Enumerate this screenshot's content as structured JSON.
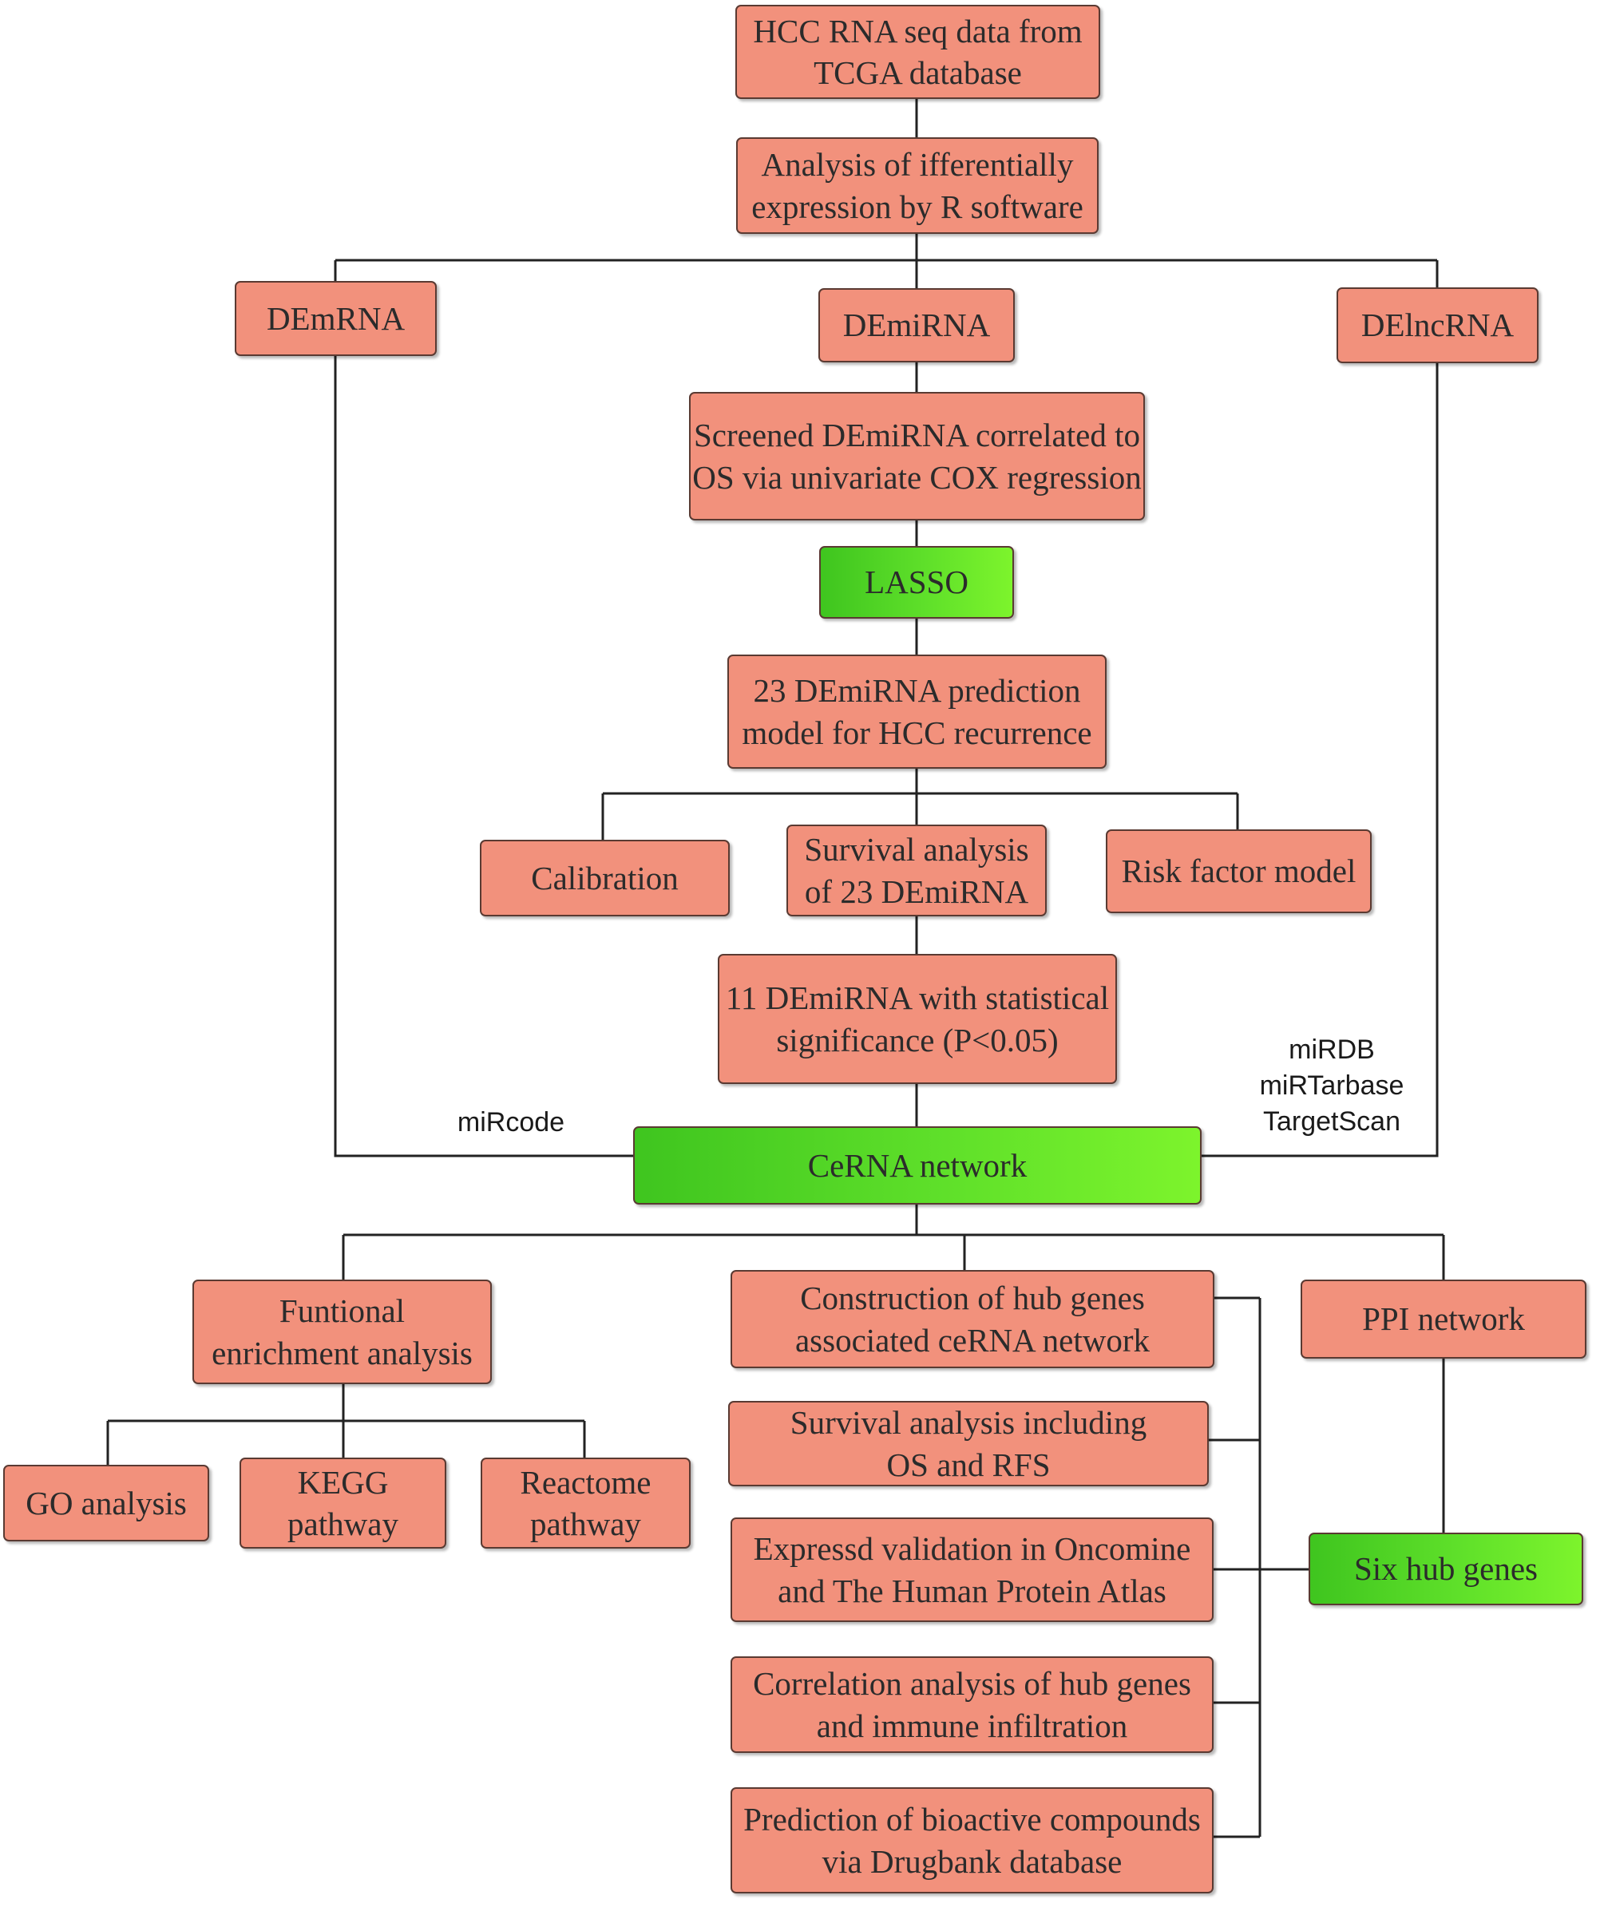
{
  "nodes": {
    "tcga": "HCC RNA seq data from\nTCGA database",
    "de_analysis": "Analysis of ifferentially\nexpression by R software",
    "demrna": "DEmRNA",
    "demirna": "DEmiRNA",
    "delncrna": "DElncRNA",
    "cox": "Screened DEmiRNA correlated to\nOS via univariate COX regression",
    "lasso": "LASSO",
    "model23": "23 DEmiRNA prediction\nmodel for HCC recurrence",
    "calibration": "Calibration",
    "survival23": "Survival analysis\nof 23 DEmiRNA",
    "risk": "Risk factor model",
    "sig11": "11 DEmiRNA with statistical\nsignificance (P<0.05)",
    "cerna": "CeRNA network",
    "funct": "Funtional\nenrichment analysis",
    "hub_construct": "Construction of hub genes\nassociated  ceRNA network",
    "ppi": "PPI network",
    "survival_os": "Survival analysis including\nOS and RFS",
    "expressed": "Expressd validation in Oncomine\nand The Human Protein Atlas",
    "six_hub": "Six  hub genes",
    "correlation": "Correlation analysis of hub genes\nand immune infiltration",
    "prediction": "Prediction of bioactive compounds\nvia Drugbank database",
    "go": "GO analysis",
    "kegg": "KEGG\npathway",
    "reactome": "Reactome\npathway"
  },
  "edge_labels": {
    "mircode": "miRcode",
    "mirdb_group": "miRDB\nmiRTarbase\nTargetScan"
  },
  "colors": {
    "box_fill": "#f2917c",
    "box_border": "#5a3a32",
    "highlight_green": "#5fe02a",
    "line": "#222222"
  }
}
